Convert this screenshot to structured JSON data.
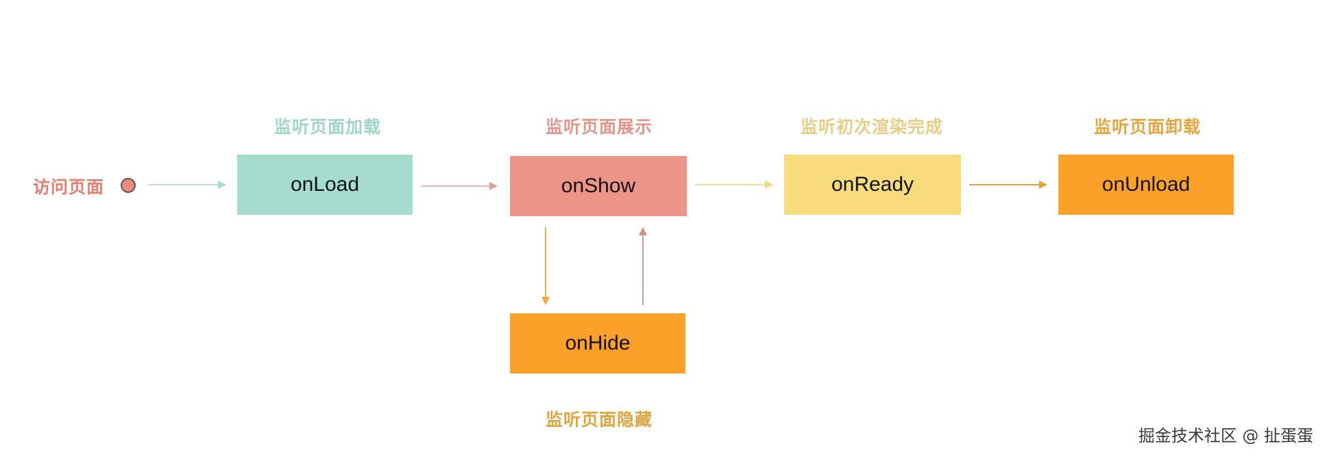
{
  "start": {
    "label": "访问页面",
    "color": "#e07f72",
    "dot_color": "#ec8a80"
  },
  "nodes": [
    {
      "id": "onLoad",
      "label": "onLoad",
      "caption": "监听页面加载",
      "fill": "#a5dccd",
      "caption_color": "#9fd5c7"
    },
    {
      "id": "onShow",
      "label": "onShow",
      "caption": "监听页面展示",
      "fill": "#ee958a",
      "caption_color": "#e4958b"
    },
    {
      "id": "onReady",
      "label": "onReady",
      "caption": "监听初次渲染完成",
      "fill": "#f8dc7c",
      "caption_color": "#e7cd83"
    },
    {
      "id": "onUnload",
      "label": "onUnload",
      "caption": "监听页面卸载",
      "fill": "#fba12a",
      "caption_color": "#e6a43f"
    },
    {
      "id": "onHide",
      "label": "onHide",
      "caption": "监听页面隐藏",
      "fill": "#fba12a",
      "caption_color": "#e0a43e"
    }
  ],
  "edges": [
    {
      "from": "start",
      "to": "onLoad",
      "color": "#a5dccd"
    },
    {
      "from": "onLoad",
      "to": "onShow",
      "color": "#e89f97"
    },
    {
      "from": "onShow",
      "to": "onReady",
      "color": "#f4d77f"
    },
    {
      "from": "onReady",
      "to": "onUnload",
      "color": "#e9a333"
    },
    {
      "from": "onShow",
      "to": "onHide",
      "color": "#f0a93d"
    },
    {
      "from": "onHide",
      "to": "onShow",
      "color": "#d98d86"
    }
  ],
  "watermark": "掘金技术社区 @ 扯蛋蛋"
}
